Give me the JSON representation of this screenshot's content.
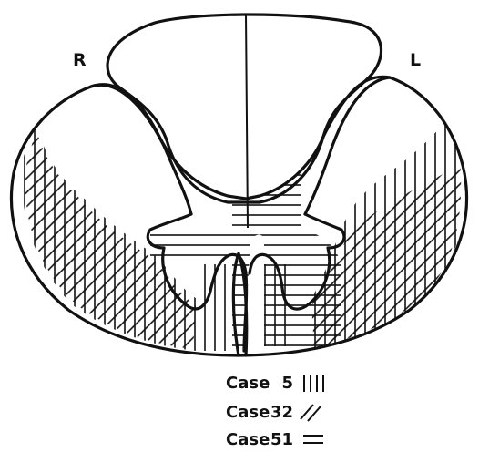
{
  "labels": {
    "right": "R",
    "left": "L"
  },
  "legend": [
    {
      "case_label": "Case",
      "case_number": "5",
      "pattern": "vertical-lines"
    },
    {
      "case_label": "Case",
      "case_number": "32",
      "pattern": "diagonal-lines"
    },
    {
      "case_label": "Case",
      "case_number": "51",
      "pattern": "horizontal-lines"
    }
  ],
  "colors": {
    "ink": "#111111",
    "background": "#ffffff"
  }
}
